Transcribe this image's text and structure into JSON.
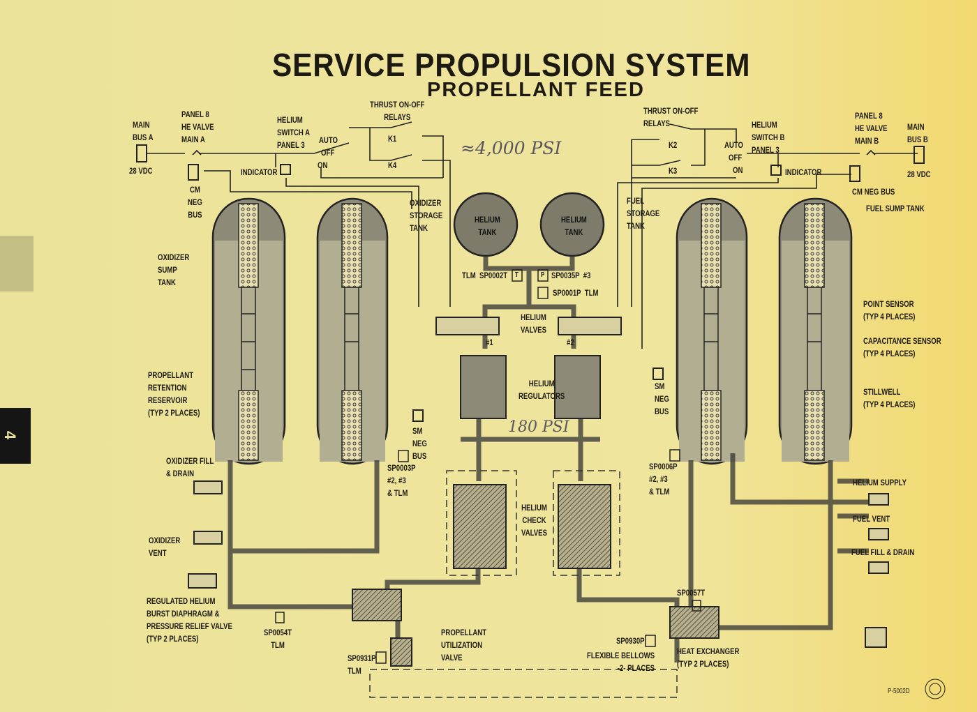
{
  "title": "SERVICE PROPULSION SYSTEM",
  "subtitle": "PROPELLANT FEED",
  "page_tab": "4",
  "figure_number": "P-5002D",
  "annotations": {
    "helium_pressure": "≈4,000 PSI",
    "regulated_pressure": "180 PSI"
  },
  "left_circuit": {
    "main_bus": "MAIN\nBUS A",
    "voltage": "28 VDC",
    "he_valve": "PANEL 8\nHE VALVE\nMAIN A",
    "helium_switch": "HELIUM\nSWITCH A\nPANEL 3",
    "relays": "THRUST ON-OFF\nRELAYS",
    "auto": "AUTO",
    "off": "OFF",
    "on": "ON",
    "k1": "K1",
    "k4": "K4",
    "indicator": "INDICATOR",
    "cm_neg_bus": "CM\nNEG\nBUS"
  },
  "right_circuit": {
    "main_bus": "MAIN\nBUS B",
    "voltage": "28 VDC",
    "he_valve": "PANEL 8\nHE VALVE\nMAIN B",
    "helium_switch": "HELIUM\nSWITCH B\nPANEL 3",
    "relays": "THRUST ON-OFF\nRELAYS",
    "auto": "AUTO",
    "off": "OFF",
    "on": "ON",
    "k2": "K2",
    "k3": "K3",
    "indicator": "INDICATOR",
    "cm_neg_bus": "CM NEG BUS"
  },
  "labels": {
    "ox_storage": "OXIDIZER\nSTORAGE\nTANK",
    "ox_sump": "OXIDIZER\nSUMP\nTANK",
    "retention": "PROPELLANT\nRETENTION\nRESERVOIR\n(TYP 2 PLACES)",
    "ox_fill": "OXIDIZER FILL\n& DRAIN",
    "ox_vent": "OXIDIZER\nVENT",
    "burst": "REGULATED HELIUM\nBURST DIAPHRAGM &\nPRESSURE RELIEF VALVE\n(TYP 2 PLACES)",
    "sp0054t": "SP0054T\nTLM",
    "sp0003p": "SP0003P\n#2, #3\n& TLM",
    "sm_neg_left": "SM\nNEG\nBUS",
    "pu_valve": "PROPELLANT\nUTILIZATION\nVALVE",
    "sp0931p": "SP0931P\nTLM",
    "helium_tank_1": "HELIUM\nTANK",
    "helium_tank_2": "HELIUM\nTANK",
    "sp0002t": "TLM  SP0002T",
    "sp0035p": "SP0035P  #3",
    "sp0001p": "SP0001P  TLM",
    "helium_valves": "HELIUM\nVALVES",
    "valve1": "#1",
    "valve2": "#2",
    "regulators": "HELIUM\nREGULATORS",
    "check_valves": "HELIUM\nCHECK\nVALVES",
    "fuel_storage": "FUEL\nSTORAGE\nTANK",
    "fuel_sump": "FUEL SUMP TANK",
    "point_sensor": "POINT SENSOR\n(TYP 4 PLACES)",
    "cap_sensor": "CAPACITANCE SENSOR\n(TYP 4 PLACES)",
    "stillwell": "STILLWELL\n(TYP 4 PLACES)",
    "sm_neg_right": "SM\nNEG\nBUS",
    "sp0006p": "SP0006P\n#2, #3\n& TLM",
    "helium_supply": "HELIUM SUPPLY",
    "fuel_vent": "FUEL VENT",
    "fuel_fill": "FUEL FILL & DRAIN",
    "sp0057t": "SP0057T",
    "sp0930p": "SP0930P",
    "bellows": "FLEXIBLE BELLOWS\n-2- PLACES",
    "heat_exchanger": "HEAT EXCHANGER\n(TYP 2 PLACES)",
    "t_marker": "T",
    "p_marker": "P"
  }
}
